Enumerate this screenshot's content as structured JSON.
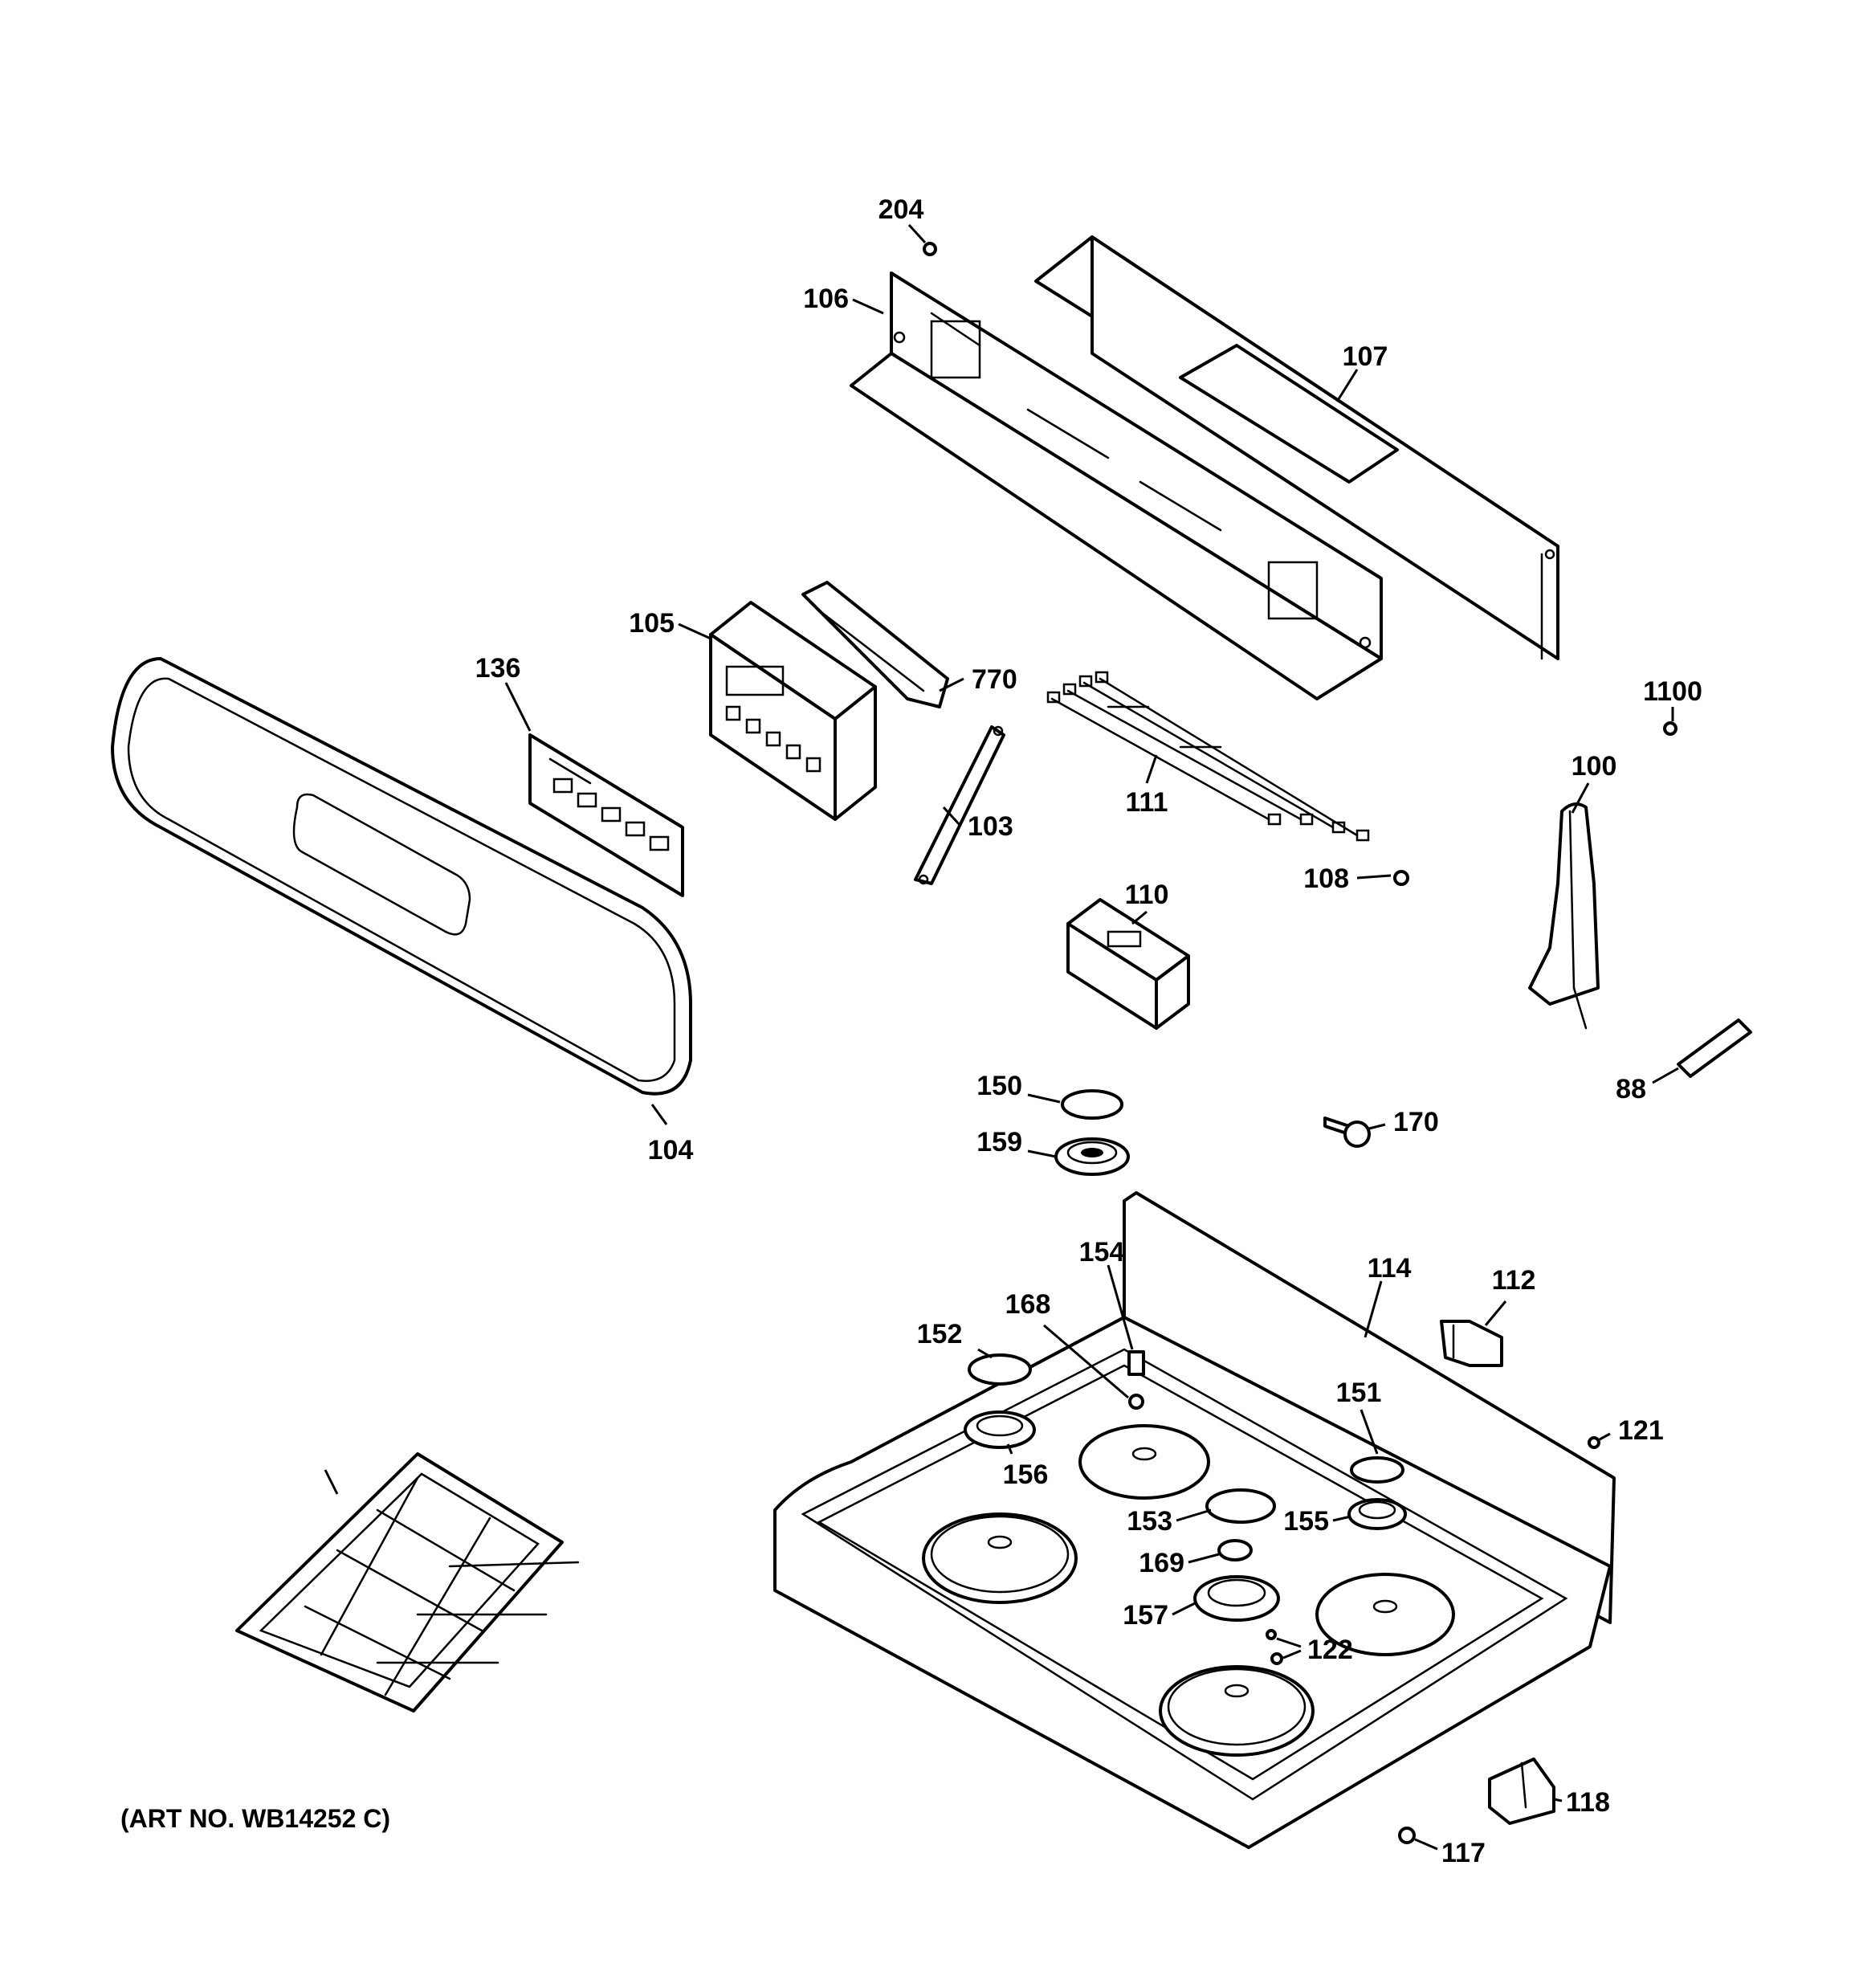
{
  "art_number": "(ART NO. WB14252 C)",
  "callouts": {
    "c204": "204",
    "c106": "106",
    "c107": "107",
    "c105": "105",
    "c770": "770",
    "c136": "136",
    "c1100": "1100",
    "c100": "100",
    "c103": "103",
    "c111": "111",
    "c108": "108",
    "c110": "110",
    "c104": "104",
    "c88": "88",
    "c150": "150",
    "c159": "159",
    "c170": "170",
    "c154": "154",
    "c114": "114",
    "c112": "112",
    "c168": "168",
    "c152": "152",
    "c151": "151",
    "c121": "121",
    "c156": "156",
    "c153": "153",
    "c155": "155",
    "c169": "169",
    "c157": "157",
    "c122": "122",
    "c118": "118",
    "c117": "117"
  }
}
